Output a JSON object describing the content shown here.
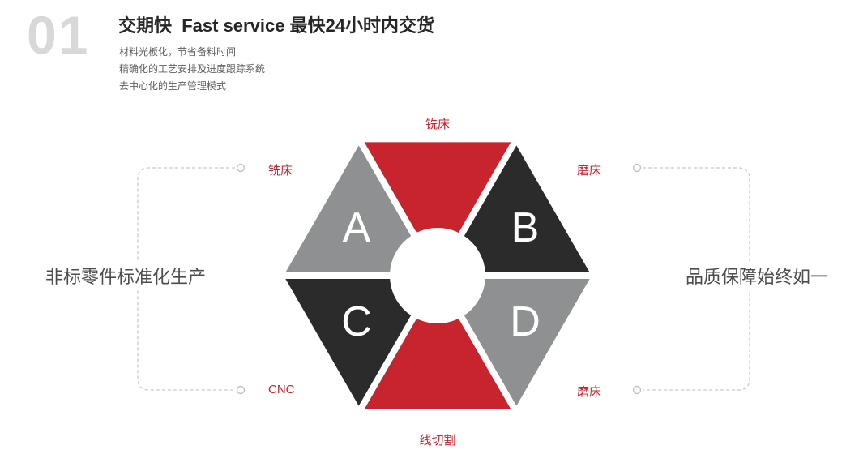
{
  "header": {
    "index": "01",
    "title": "交期快  Fast service 最快24小时内交货",
    "bullets": [
      "材料光板化，节省备料时间",
      "精确化的工艺安排及进度跟踪系统",
      "去中心化的生产管理模式"
    ]
  },
  "hexagon": {
    "letters": {
      "upper_left": "A",
      "upper_right": "B",
      "lower_left": "C",
      "lower_right": "D"
    }
  },
  "labels": {
    "top": "铣床",
    "upper_left": "铣床",
    "upper_right": "磨床",
    "lower_left": "CNC",
    "lower_right": "磨床",
    "bottom": "线切割"
  },
  "side": {
    "left": "非标零件标准化生产",
    "right": "品质保障始终如一"
  },
  "colors": {
    "red": "#c8242e",
    "dark": "#2b2b2b",
    "gray": "#8f9091",
    "number_gray": "#d8d8d8",
    "dashed_line": "#c9c9c9",
    "label_red": "#c8242e"
  }
}
